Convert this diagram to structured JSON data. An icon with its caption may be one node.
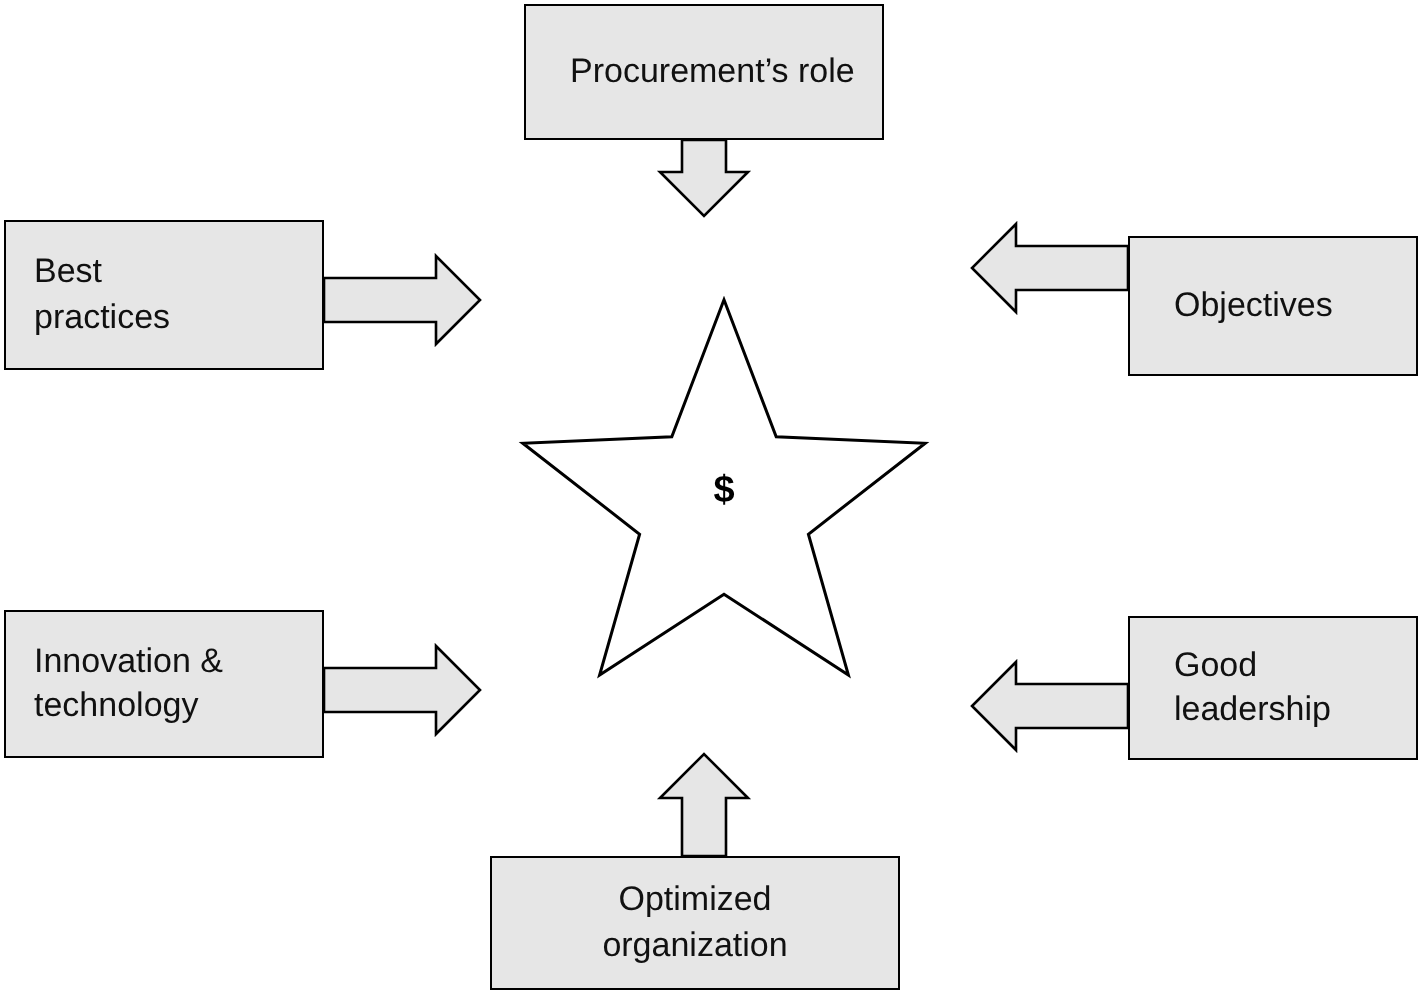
{
  "diagram": {
    "nodes": [
      {
        "text": [
          "Procurement’s role"
        ]
      },
      {
        "text": [
          "Best practices"
        ]
      },
      {
        "text": [
          "Objectives"
        ]
      },
      {
        "text": [
          "$"
        ]
      },
      {
        "text": [
          "Innovation & technology"
        ]
      },
      {
        "text": [
          "Good leadership"
        ]
      },
      {
        "text": [
          "Optimized organization"
        ]
      }
    ],
    "edges": [
      {
        "from": 0,
        "to": 3,
        "arrow": "to"
      },
      {
        "from": 1,
        "to": 3,
        "arrow": "to"
      },
      {
        "from": 2,
        "to": 3,
        "arrow": "to"
      },
      {
        "from": 4,
        "to": 3,
        "arrow": "to"
      },
      {
        "from": 5,
        "to": 3,
        "arrow": "to"
      },
      {
        "from": 6,
        "to": 3,
        "arrow": "to"
      }
    ]
  }
}
